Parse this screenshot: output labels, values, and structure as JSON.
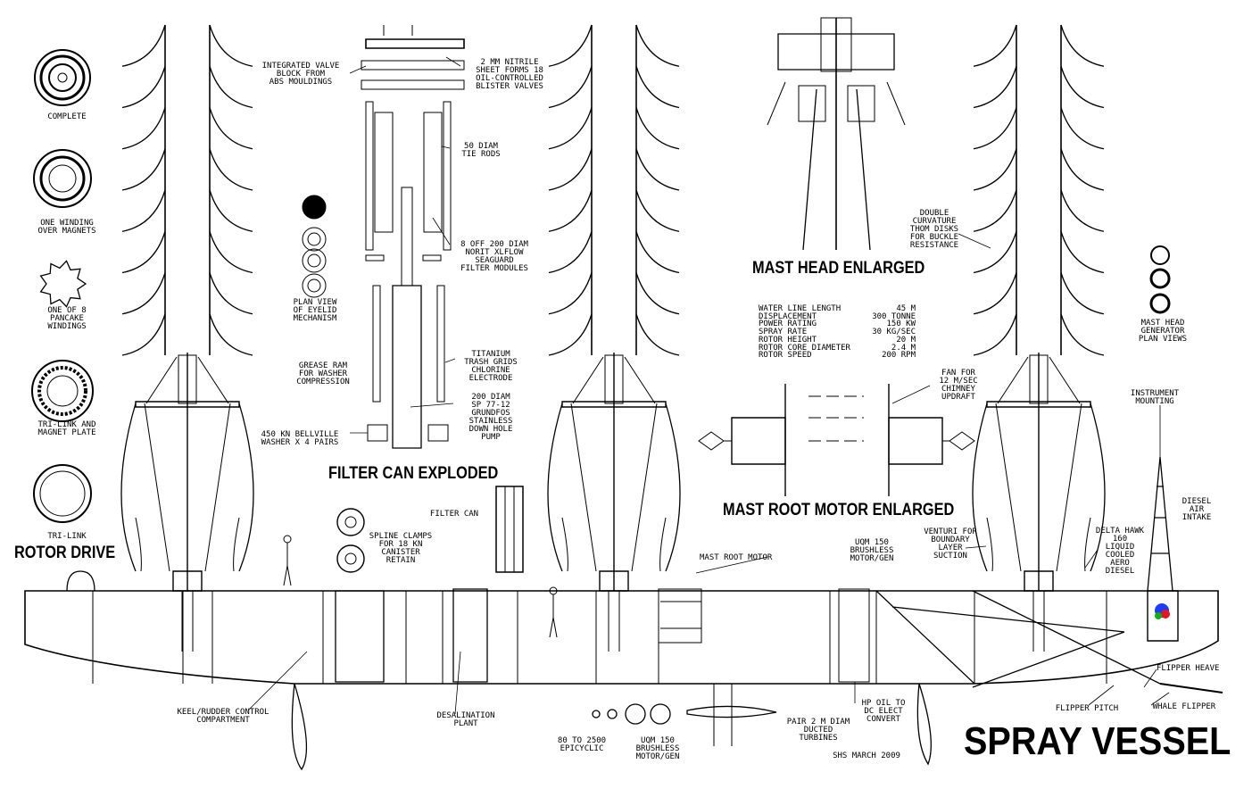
{
  "titles": {
    "rotor_drive": "ROTOR DRIVE",
    "filter_can_exploded": "FILTER CAN EXPLODED",
    "mast_head_enlarged": "MAST HEAD ENLARGED",
    "mast_root_motor_enlarged": "MAST ROOT MOTOR ENLARGED",
    "spray_vessel": "SPRAY VESSEL"
  },
  "rotor_views": [
    "COMPLETE",
    "ONE WINDING\nOVER MAGNETS",
    "ONE OF 8\nPANCAKE\nWINDINGS",
    "TRI-LINK AND\nMAGNET PLATE",
    "TRI-LINK"
  ],
  "filter_labels": {
    "valve_block": "INTEGRATED VALVE\nBLOCK FROM\nABS MOULDINGS",
    "nitrile_sheet": "2 MM NITRILE\nSHEET FORMS 18\nOIL-CONTROLLED\nBLISTER VALVES",
    "tie_rods": "50 DIAM\nTIE RODS",
    "filter_modules": "8 OFF 200 DIAM\nNORIT XLFLOW\nSEAGUARD\nFILTER MODULES",
    "eyelid": "PLAN VIEW\nOF EYELID\nMECHANISM",
    "trash_grids": "TITANIUM\nTRASH GRIDS\nCHLORINE\nELECTRODE",
    "grease_ram": "GREASE RAM\nFOR WASHER\nCOMPRESSION",
    "pump": "200 DIAM\nSP 77-12\nGRUNDFOS\nSTAINLESS\nDOWN HOLE\nPUMP",
    "bellville": "450 KN BELLVILLE\nWASHER X 4 PAIRS",
    "spline_clamps": "SPLINE CLAMPS\nFOR 18 KN\nCANISTER\nRETAIN",
    "filter_can": "FILTER CAN"
  },
  "mast_labels": {
    "double_curvature": "DOUBLE\nCURVATURE\nTHOM DISKS\nFOR BUCKLE\nRESISTANCE",
    "fan": "FAN FOR\n12 M/SEC\nCHIMNEY\nUPDRAFT",
    "generator_views": "MAST HEAD\nGENERATOR\nPLAN VIEWS",
    "instrument_mounting": "INSTRUMENT\nMOUNTING"
  },
  "specs": [
    {
      "label": "WATER LINE LENGTH",
      "value": "45 M"
    },
    {
      "label": "DISPLACEMENT",
      "value": "300 TONNE"
    },
    {
      "label": "POWER RATING",
      "value": "150 KW"
    },
    {
      "label": "SPRAY RATE",
      "value": "30 KG/SEC"
    },
    {
      "label": "ROTOR HEIGHT",
      "value": "20 M"
    },
    {
      "label": "ROTOR CORE DIAMETER",
      "value": "2.4 M"
    },
    {
      "label": "ROTOR SPEED",
      "value": "200 RPM"
    }
  ],
  "hull_labels": {
    "mast_root_motor": "MAST ROOT MOTOR",
    "uqm_gen_top": "UQM 150\nBRUSHLESS\nMOTOR/GEN",
    "venturi": "VENTURI FOR\nBOUNDARY\nLAYER\nSUCTION",
    "delta_hawk": "DELTA HAWK\n160\nLIQUID\nCOOLED\nAERO\nDIESEL",
    "diesel_intake": "DIESEL\nAIR\nINTAKE",
    "flipper_heave": "FLIPPER HEAVE",
    "flipper_pitch": "FLIPPER PITCH",
    "whale_flipper": "WHALE FLIPPER",
    "keel": "KEEL/RUDDER CONTROL\nCOMPARTMENT",
    "desalination": "DESALINATION\nPLANT",
    "epicyclic": "80 TO 2500\nEPICYCLIC",
    "uqm_gen_bottom": "UQM 150\nBRUSHLESS\nMOTOR/GEN",
    "ducted_turbines": "PAIR 2 M DIAM\nDUCTED\nTURBINES",
    "hp_oil": "HP OIL TO\nDC ELECT\nCONVERT",
    "signature": "SHS MARCH 2009"
  },
  "colors": {
    "ink": "#000000",
    "paper": "#ffffff",
    "engine_blue": "#1e3cff",
    "engine_red": "#e8141e",
    "engine_green": "#10b010"
  }
}
